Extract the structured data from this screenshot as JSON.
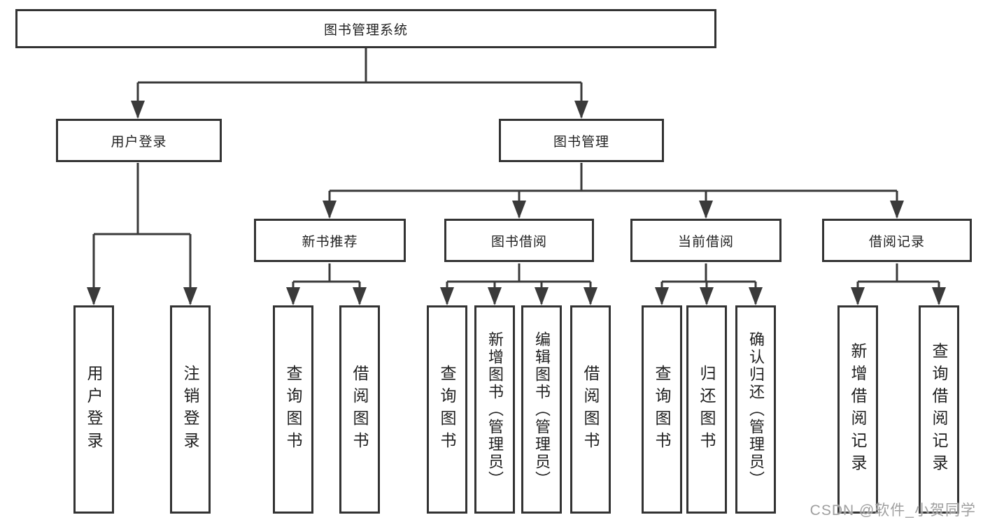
{
  "colors": {
    "line": "#3a3a3a",
    "box_border": "#333333",
    "text": "#1f1f1f",
    "background": "#ffffff",
    "watermark": "#9f9f9f"
  },
  "diagram": {
    "title": "图书管理系统",
    "level2": [
      {
        "label": "用户登录"
      },
      {
        "label": "图书管理"
      }
    ],
    "level3": [
      {
        "label": "新书推荐"
      },
      {
        "label": "图书借阅"
      },
      {
        "label": "当前借阅"
      },
      {
        "label": "借阅记录"
      }
    ],
    "leaves": {
      "login": [
        {
          "label": "用户登录"
        },
        {
          "label": "注销登录"
        }
      ],
      "recommend": [
        {
          "label": "查询图书"
        },
        {
          "label": "借阅图书"
        }
      ],
      "borrow": [
        {
          "label": "查询图书"
        },
        {
          "label": "新增图书（管理员）"
        },
        {
          "label": "编辑图书（管理员）"
        },
        {
          "label": "借阅图书"
        }
      ],
      "current": [
        {
          "label": "查询图书"
        },
        {
          "label": "归还图书"
        },
        {
          "label": "确认归还（管理员）"
        }
      ],
      "record": [
        {
          "label": "新增借阅记录"
        },
        {
          "label": "查询借阅记录"
        }
      ]
    }
  },
  "watermark": "CSDN @软件_小贺同学"
}
